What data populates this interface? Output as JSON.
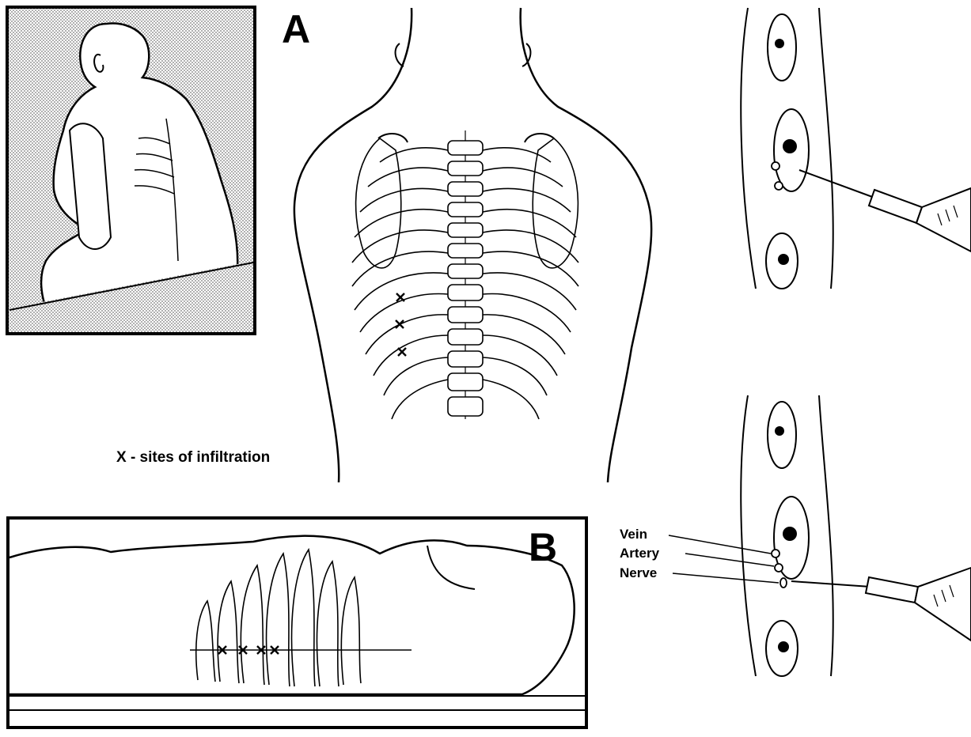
{
  "figure": {
    "panel_a_label": "A",
    "panel_b_label": "B",
    "caption": "X - sites of infiltration",
    "infiltration_mark": "×",
    "structures": {
      "vein": "Vein",
      "artery": "Artery",
      "nerve": "Nerve"
    }
  },
  "colors": {
    "ink": "#000000",
    "background": "#ffffff",
    "inset_shade": "#c8c8c8"
  },
  "icons": [
    "seated-patient-illustration",
    "spine-ribs-illustration",
    "syringe-icon",
    "needle-icon"
  ]
}
